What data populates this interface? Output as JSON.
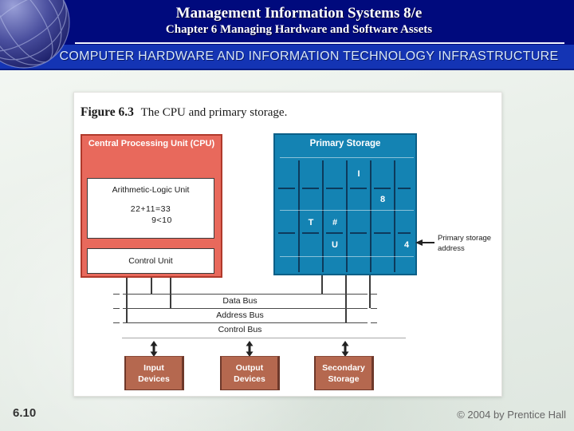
{
  "header": {
    "title": "Management Information Systems 8/e",
    "subtitle": "Chapter 6 Managing Hardware and Software Assets",
    "section": "COMPUTER HARDWARE AND INFORMATION TECHNOLOGY INFRASTRUCTURE"
  },
  "figure": {
    "label": "Figure 6.3",
    "caption": "The CPU and primary storage.",
    "cpu": {
      "title": "Central Processing Unit (CPU)",
      "alu": {
        "title": "Arithmetic-Logic Unit",
        "example1": "22+11=33",
        "example2": "9<10"
      },
      "control_unit": "Control Unit"
    },
    "primary_storage": {
      "title": "Primary Storage",
      "grid": {
        "columns": 6,
        "rows": 5
      },
      "cells": [
        {
          "label": "I",
          "row": 1,
          "col": 4
        },
        {
          "label": "8",
          "row": 2,
          "col": 5
        },
        {
          "label": "T",
          "row": 3,
          "col": 2
        },
        {
          "label": "#",
          "row": 3,
          "col": 3
        },
        {
          "label": "U",
          "row": 4,
          "col": 3
        },
        {
          "label": "4",
          "row": 4,
          "col": 6
        }
      ],
      "address_pointer": {
        "line1": "Primary storage",
        "line2": "address"
      }
    },
    "buses": [
      "Data Bus",
      "Address Bus",
      "Control Bus"
    ],
    "devices": [
      {
        "line1": "Input",
        "line2": "Devices"
      },
      {
        "line1": "Output",
        "line2": "Devices"
      },
      {
        "line1": "Secondary",
        "line2": "Storage"
      }
    ]
  },
  "footer": {
    "page": "6.10",
    "copyright": "© 2004 by Prentice Hall"
  },
  "icons": {
    "globe_logo": "wireframe-globe",
    "address_arrow": "left-arrow",
    "bus_device_links": "double-headed-vertical-arrow"
  },
  "colors": {
    "header_navy": "#000a7d",
    "banner_blue": "#1434b4",
    "banner_text": "#d6e6f8",
    "cpu_fill": "#e8695c",
    "cpu_border": "#b0392b",
    "storage_fill": "#1483b3",
    "storage_border": "#0b5f87",
    "device_fill": "#b5684f",
    "panel_bg": "#ffffff"
  }
}
